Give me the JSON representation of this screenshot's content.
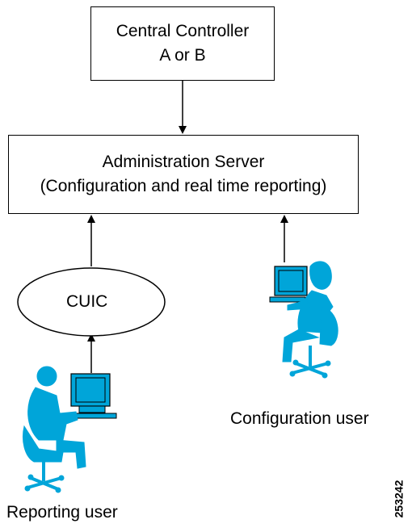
{
  "central_controller": {
    "line1": "Central Controller",
    "line2": "A or B"
  },
  "admin_server": {
    "line1": "Administration Server",
    "line2": "(Configuration and real time reporting)"
  },
  "cuic": {
    "label": "CUIC"
  },
  "reporting_user": {
    "label": "Reporting user"
  },
  "configuration_user": {
    "label": "Configuration user"
  },
  "figure_number": "253242",
  "colors": {
    "figure": "#00a5d9",
    "line": "#000000"
  }
}
